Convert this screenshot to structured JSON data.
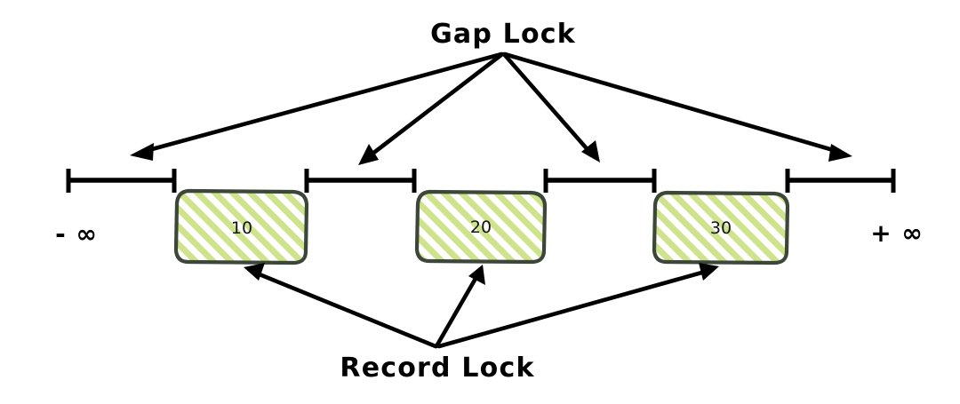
{
  "diagram": {
    "title_top": "Gap Lock",
    "title_bottom": "Record Lock",
    "axis": {
      "left_bound_label": "- ∞",
      "right_bound_label": "+ ∞"
    },
    "records": [
      {
        "value": "10"
      },
      {
        "value": "20"
      },
      {
        "value": "30"
      }
    ],
    "gaps": [
      {
        "name": "gap-negative-infinity-to-10"
      },
      {
        "name": "gap-10-to-20"
      },
      {
        "name": "gap-20-to-30"
      },
      {
        "name": "gap-30-to-positive-infinity"
      }
    ],
    "colors": {
      "hatch_fill": "#c5dd7a",
      "record_border": "#3c473a",
      "stroke": "#000000",
      "background": "#ffffff"
    }
  }
}
